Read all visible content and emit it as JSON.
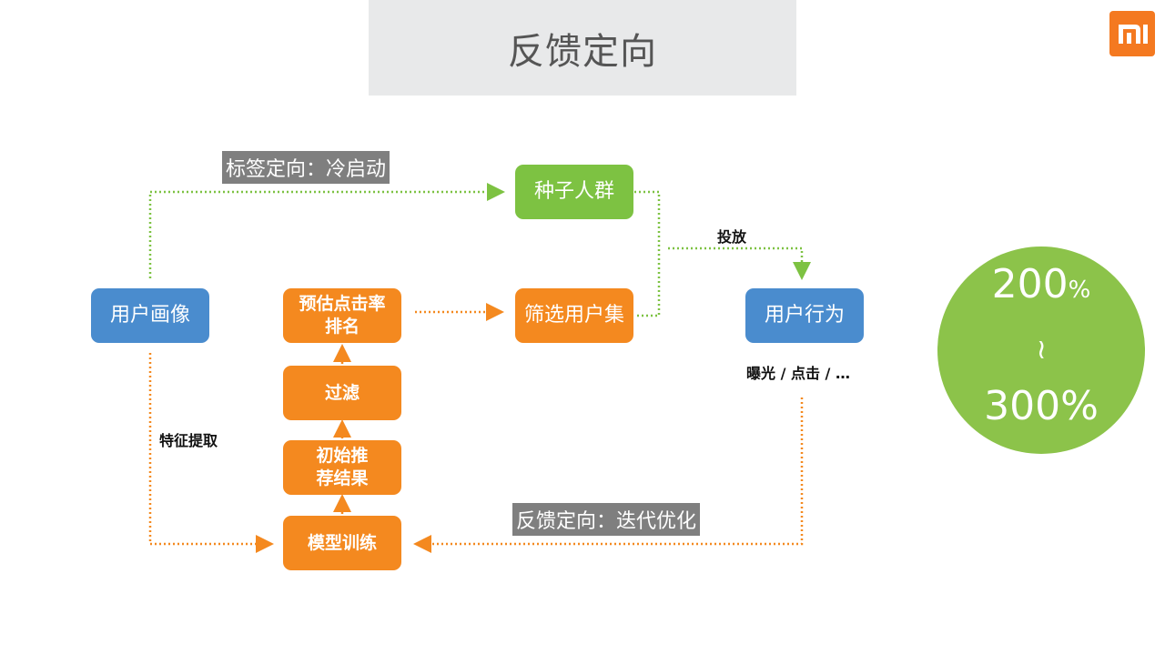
{
  "title": "反馈定向",
  "logo": {
    "icon": "mi-logo-icon",
    "color": "#f47920"
  },
  "tags": {
    "cold_start": "标签定向：冷启动",
    "feedback": "反馈定向：迭代优化"
  },
  "nodes": {
    "user_profile": "用户画像",
    "seed_crowd": "种子人群",
    "filter_user_set": "筛选用户集",
    "user_behavior": "用户行为",
    "ctr_rank": "预估点击率\n排名",
    "filter": "过滤",
    "initial_recommend": "初始推\n荐结果",
    "model_training": "模型训练"
  },
  "labels": {
    "deliver": "投放",
    "feature_extract": "特征提取",
    "behavior_detail": "曝光 / 点击 / …"
  },
  "lift": {
    "low": "200",
    "high": "300",
    "unit": "%",
    "sep": "~"
  },
  "colors": {
    "blue": "#4a8cce",
    "green": "#7dc242",
    "orange": "#f4891f",
    "tag_bg": "#7f7f7f",
    "circle": "#8cc34a"
  }
}
